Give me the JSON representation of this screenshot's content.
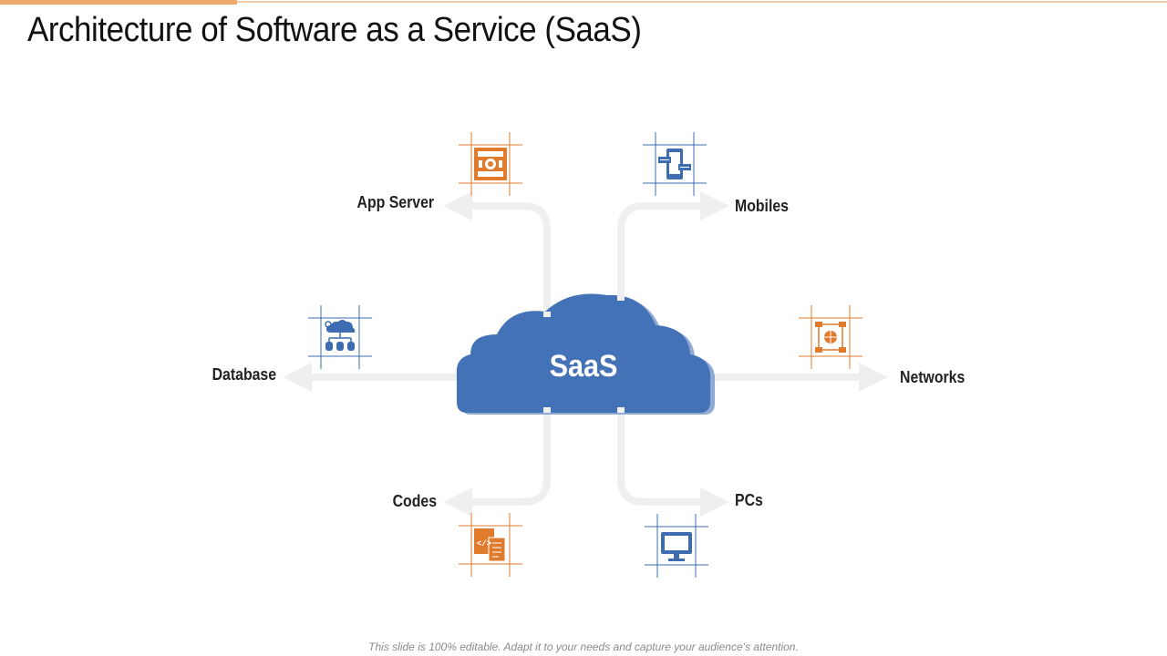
{
  "title": "Architecture of Software as a Service (SaaS)",
  "center_label": "SaaS",
  "nodes": {
    "app_server": "App Server",
    "mobiles": "Mobiles",
    "database": "Database",
    "networks": "Networks",
    "codes": "Codes",
    "pcs": "PCs"
  },
  "icons": {
    "app_server": "server-icon",
    "mobiles": "mobile-chat-icon",
    "database": "cloud-database-icon",
    "networks": "network-globe-icon",
    "codes": "code-file-icon",
    "pcs": "monitor-icon"
  },
  "colors": {
    "cloud": "#4472b6",
    "cloud_shadow": "#8fa9d4",
    "orange": "#e07b2e",
    "blue": "#3d6cb1",
    "connector": "#efefef",
    "accent": "#f0a86c"
  },
  "footer": "This slide is 100% editable. Adapt it to your needs and capture your audience’s attention."
}
